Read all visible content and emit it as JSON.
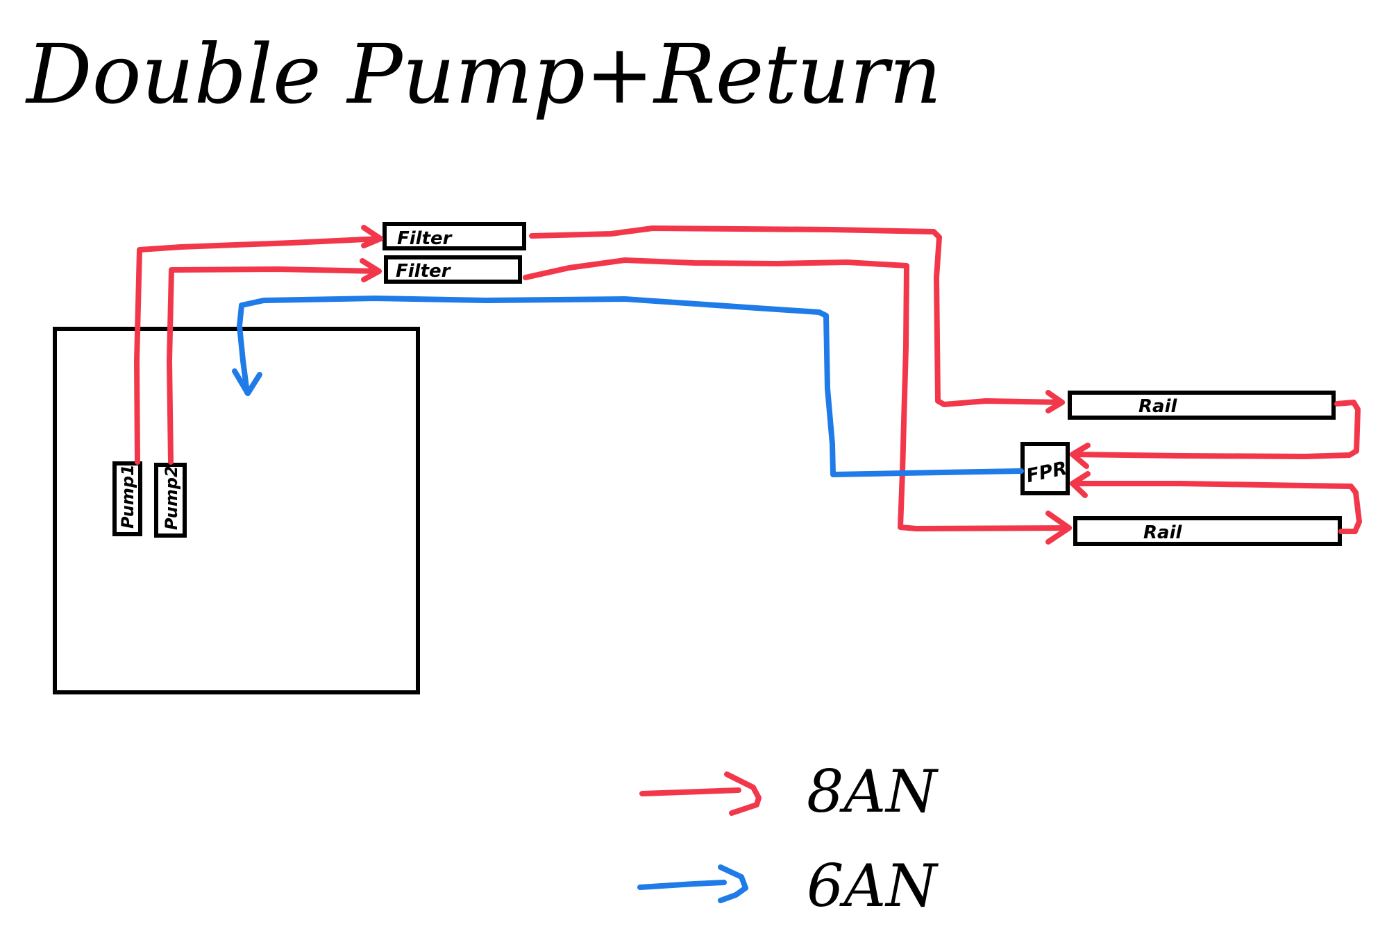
{
  "title": "Double Pump+Return",
  "colors": {
    "feed_8an": "#f2374a",
    "return_6an": "#1e7be8",
    "outline": "#000000",
    "background": "#ffffff"
  },
  "components": {
    "tank": {
      "label": ""
    },
    "pump1": {
      "label": "Pump1"
    },
    "pump2": {
      "label": "Pump2"
    },
    "filter1": {
      "label": "Filter"
    },
    "filter2": {
      "label": "Filter"
    },
    "rail1": {
      "label": "Rail"
    },
    "rail2": {
      "label": "Rail"
    },
    "fpr": {
      "label": "FPR"
    }
  },
  "connections": [
    {
      "from": "Pump1",
      "to": "Filter (top)",
      "line": "8AN"
    },
    {
      "from": "Pump2",
      "to": "Filter (bottom)",
      "line": "8AN"
    },
    {
      "from": "Filter (top)",
      "to": "Rail (top)",
      "line": "8AN"
    },
    {
      "from": "Filter (bottom)",
      "to": "Rail (bottom)",
      "line": "8AN"
    },
    {
      "from": "Rail (top)",
      "to": "FPR",
      "line": "8AN"
    },
    {
      "from": "Rail (bottom)",
      "to": "FPR",
      "line": "8AN"
    },
    {
      "from": "FPR",
      "to": "Tank",
      "line": "6AN"
    }
  ],
  "legend": {
    "items": [
      {
        "line": "red",
        "label": "8AN"
      },
      {
        "line": "blue",
        "label": "6AN"
      }
    ]
  }
}
